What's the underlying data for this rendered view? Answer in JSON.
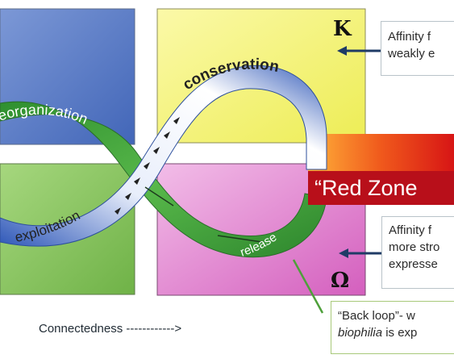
{
  "phases": {
    "conservation": "conservation",
    "reorganization": "eorganization",
    "exploitation": "exploitation",
    "release": "release"
  },
  "symbols": {
    "k": "K",
    "omega": "Ω"
  },
  "red_zone": "“Red Zone",
  "callouts": {
    "k": {
      "line1": "Affinity f",
      "line2": "weakly e"
    },
    "omega": {
      "line1": "Affinity f",
      "line2": "more stro",
      "line3": "expresse"
    },
    "back_loop": {
      "line1": "“Back loop”- w",
      "line2_italic": "biophilia",
      "line2_rest": " is exp"
    }
  },
  "axis_label": "Connectedness ------------>",
  "colors": {
    "quadrant_blue": "#5a80c9",
    "quadrant_yellow": "#f3f06e",
    "quadrant_green": "#8cc763",
    "quadrant_magenta": "#de79c8",
    "loop_green": "#3b9a3b",
    "loop_white": "#ffffff",
    "red_zone": "#b80f1a",
    "arrow_navy": "#1f3b66"
  }
}
